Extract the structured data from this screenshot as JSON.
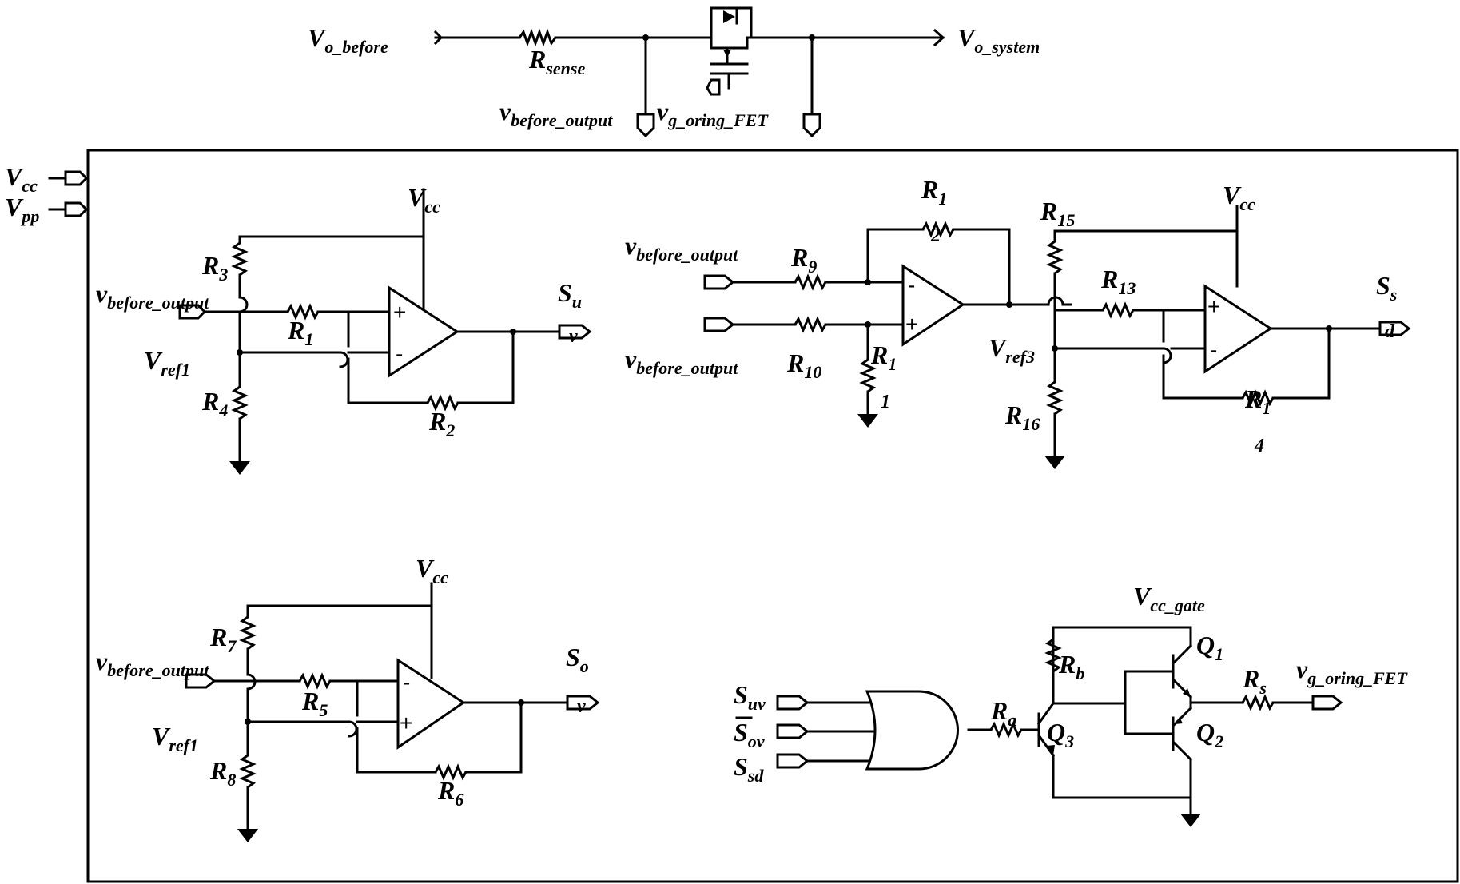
{
  "top": {
    "v_o_before": {
      "main": "V",
      "sub": "o_before"
    },
    "r_sense": {
      "main": "R",
      "sub": "sense"
    },
    "v_o_system": {
      "main": "V",
      "sub": "o_system"
    },
    "v_before_output": {
      "main": "v",
      "sub": "before_output"
    },
    "v_g_oring_fet": {
      "main": "v",
      "sub": "g_oring_FET"
    }
  },
  "supplies": {
    "vcc": {
      "main": "V",
      "sub": "cc"
    },
    "vpp": {
      "main": "V",
      "sub": "pp"
    }
  },
  "uv_block": {
    "vcc": {
      "main": "V",
      "sub": "cc"
    },
    "r3": {
      "main": "R",
      "sub": "3"
    },
    "r1": {
      "main": "R",
      "sub": "1"
    },
    "r4": {
      "main": "R",
      "sub": "4"
    },
    "r2": {
      "main": "R",
      "sub": "2"
    },
    "vin": {
      "main": "v",
      "sub": "before_output"
    },
    "vref": {
      "main": "V",
      "sub": "ref1"
    },
    "out": {
      "main": "S",
      "sub": "u"
    },
    "port_text": "v",
    "plus": "+",
    "minus": "-"
  },
  "sd_block": {
    "r1_top": {
      "main": "R",
      "sub": "1"
    },
    "r1_top_extra": "2",
    "r9": {
      "main": "R",
      "sub": "9"
    },
    "r10": {
      "main": "R",
      "sub": "10"
    },
    "r1_gnd": {
      "main": "R",
      "sub": "1"
    },
    "r1_gnd_extra": "1",
    "vin1": {
      "main": "v",
      "sub": "before_output"
    },
    "vin2": {
      "main": "v",
      "sub": "before_output"
    },
    "r15": {
      "main": "R",
      "sub": "15"
    },
    "r13": {
      "main": "R",
      "sub": "13"
    },
    "r16": {
      "main": "R",
      "sub": "16"
    },
    "vref3": {
      "main": "V",
      "sub": "ref3"
    },
    "vcc": {
      "main": "V",
      "sub": "cc"
    },
    "r1_fb": {
      "main": "R",
      "sub": "1"
    },
    "r1_fb_extra": "4",
    "out": {
      "main": "S",
      "sub": "s"
    },
    "port_text": "d",
    "plus": "+",
    "minus": "-"
  },
  "ov_block": {
    "vcc": {
      "main": "V",
      "sub": "cc"
    },
    "r7": {
      "main": "R",
      "sub": "7"
    },
    "r5": {
      "main": "R",
      "sub": "5"
    },
    "r8": {
      "main": "R",
      "sub": "8"
    },
    "r6": {
      "main": "R",
      "sub": "6"
    },
    "vin": {
      "main": "v",
      "sub": "before_output"
    },
    "vref": {
      "main": "V",
      "sub": "ref1"
    },
    "out": {
      "main": "S",
      "sub": "o"
    },
    "port_text": "v",
    "plus": "+",
    "minus": "-"
  },
  "gate_block": {
    "vcc_gate": {
      "main": "V",
      "sub": "cc_gate"
    },
    "rb": {
      "main": "R",
      "sub": "b"
    },
    "ra": {
      "main": "R",
      "sub": "a"
    },
    "rs": {
      "main": "R",
      "sub": "s"
    },
    "q1": {
      "main": "Q",
      "sub": "1"
    },
    "q2": {
      "main": "Q",
      "sub": "2"
    },
    "q3": {
      "main": "Q",
      "sub": "3"
    },
    "s_uv": {
      "main": "S",
      "sub": "uv"
    },
    "s_ov": {
      "main": "S",
      "sub": "ov"
    },
    "s_sd": {
      "main": "S",
      "sub": "sd"
    },
    "out": {
      "main": "v",
      "sub": "g_oring_FET"
    }
  }
}
